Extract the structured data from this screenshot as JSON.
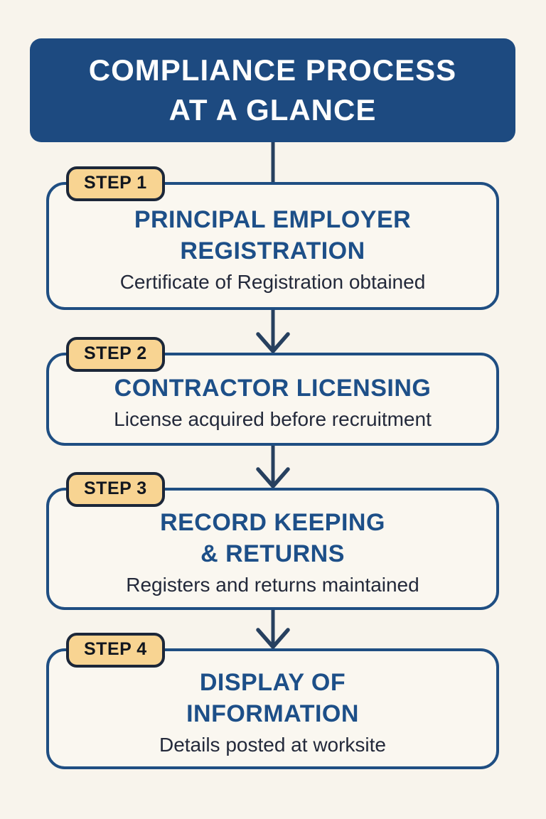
{
  "header": {
    "title": "COMPLIANCE PROCESS\nAT A GLANCE"
  },
  "steps": [
    {
      "badge": "STEP 1",
      "title": "PRINCIPAL EMPLOYER\nREGISTRATION",
      "subtitle": "Certificate of Registration obtained"
    },
    {
      "badge": "STEP 2",
      "title": "CONTRACTOR LICENSING",
      "subtitle": "License acquired before recruitment"
    },
    {
      "badge": "STEP 3",
      "title": "RECORD KEEPING\n& RETURNS",
      "subtitle": "Registers and returns maintained"
    },
    {
      "badge": "STEP 4",
      "title": "DISPLAY OF\nINFORMATION",
      "subtitle": "Details posted at worksite"
    }
  ],
  "colors": {
    "bg": "#f8f4ec",
    "header_bg": "#1d4a80",
    "header_text": "#fdfdfd",
    "box_border": "#1f4e82",
    "box_fill": "#faf7f0",
    "badge_fill": "#f8d492",
    "badge_border": "#1c2739",
    "badge_text": "#11161f",
    "title": "#1d4f88",
    "subtitle": "#23293a",
    "arrow": "#27405f"
  }
}
